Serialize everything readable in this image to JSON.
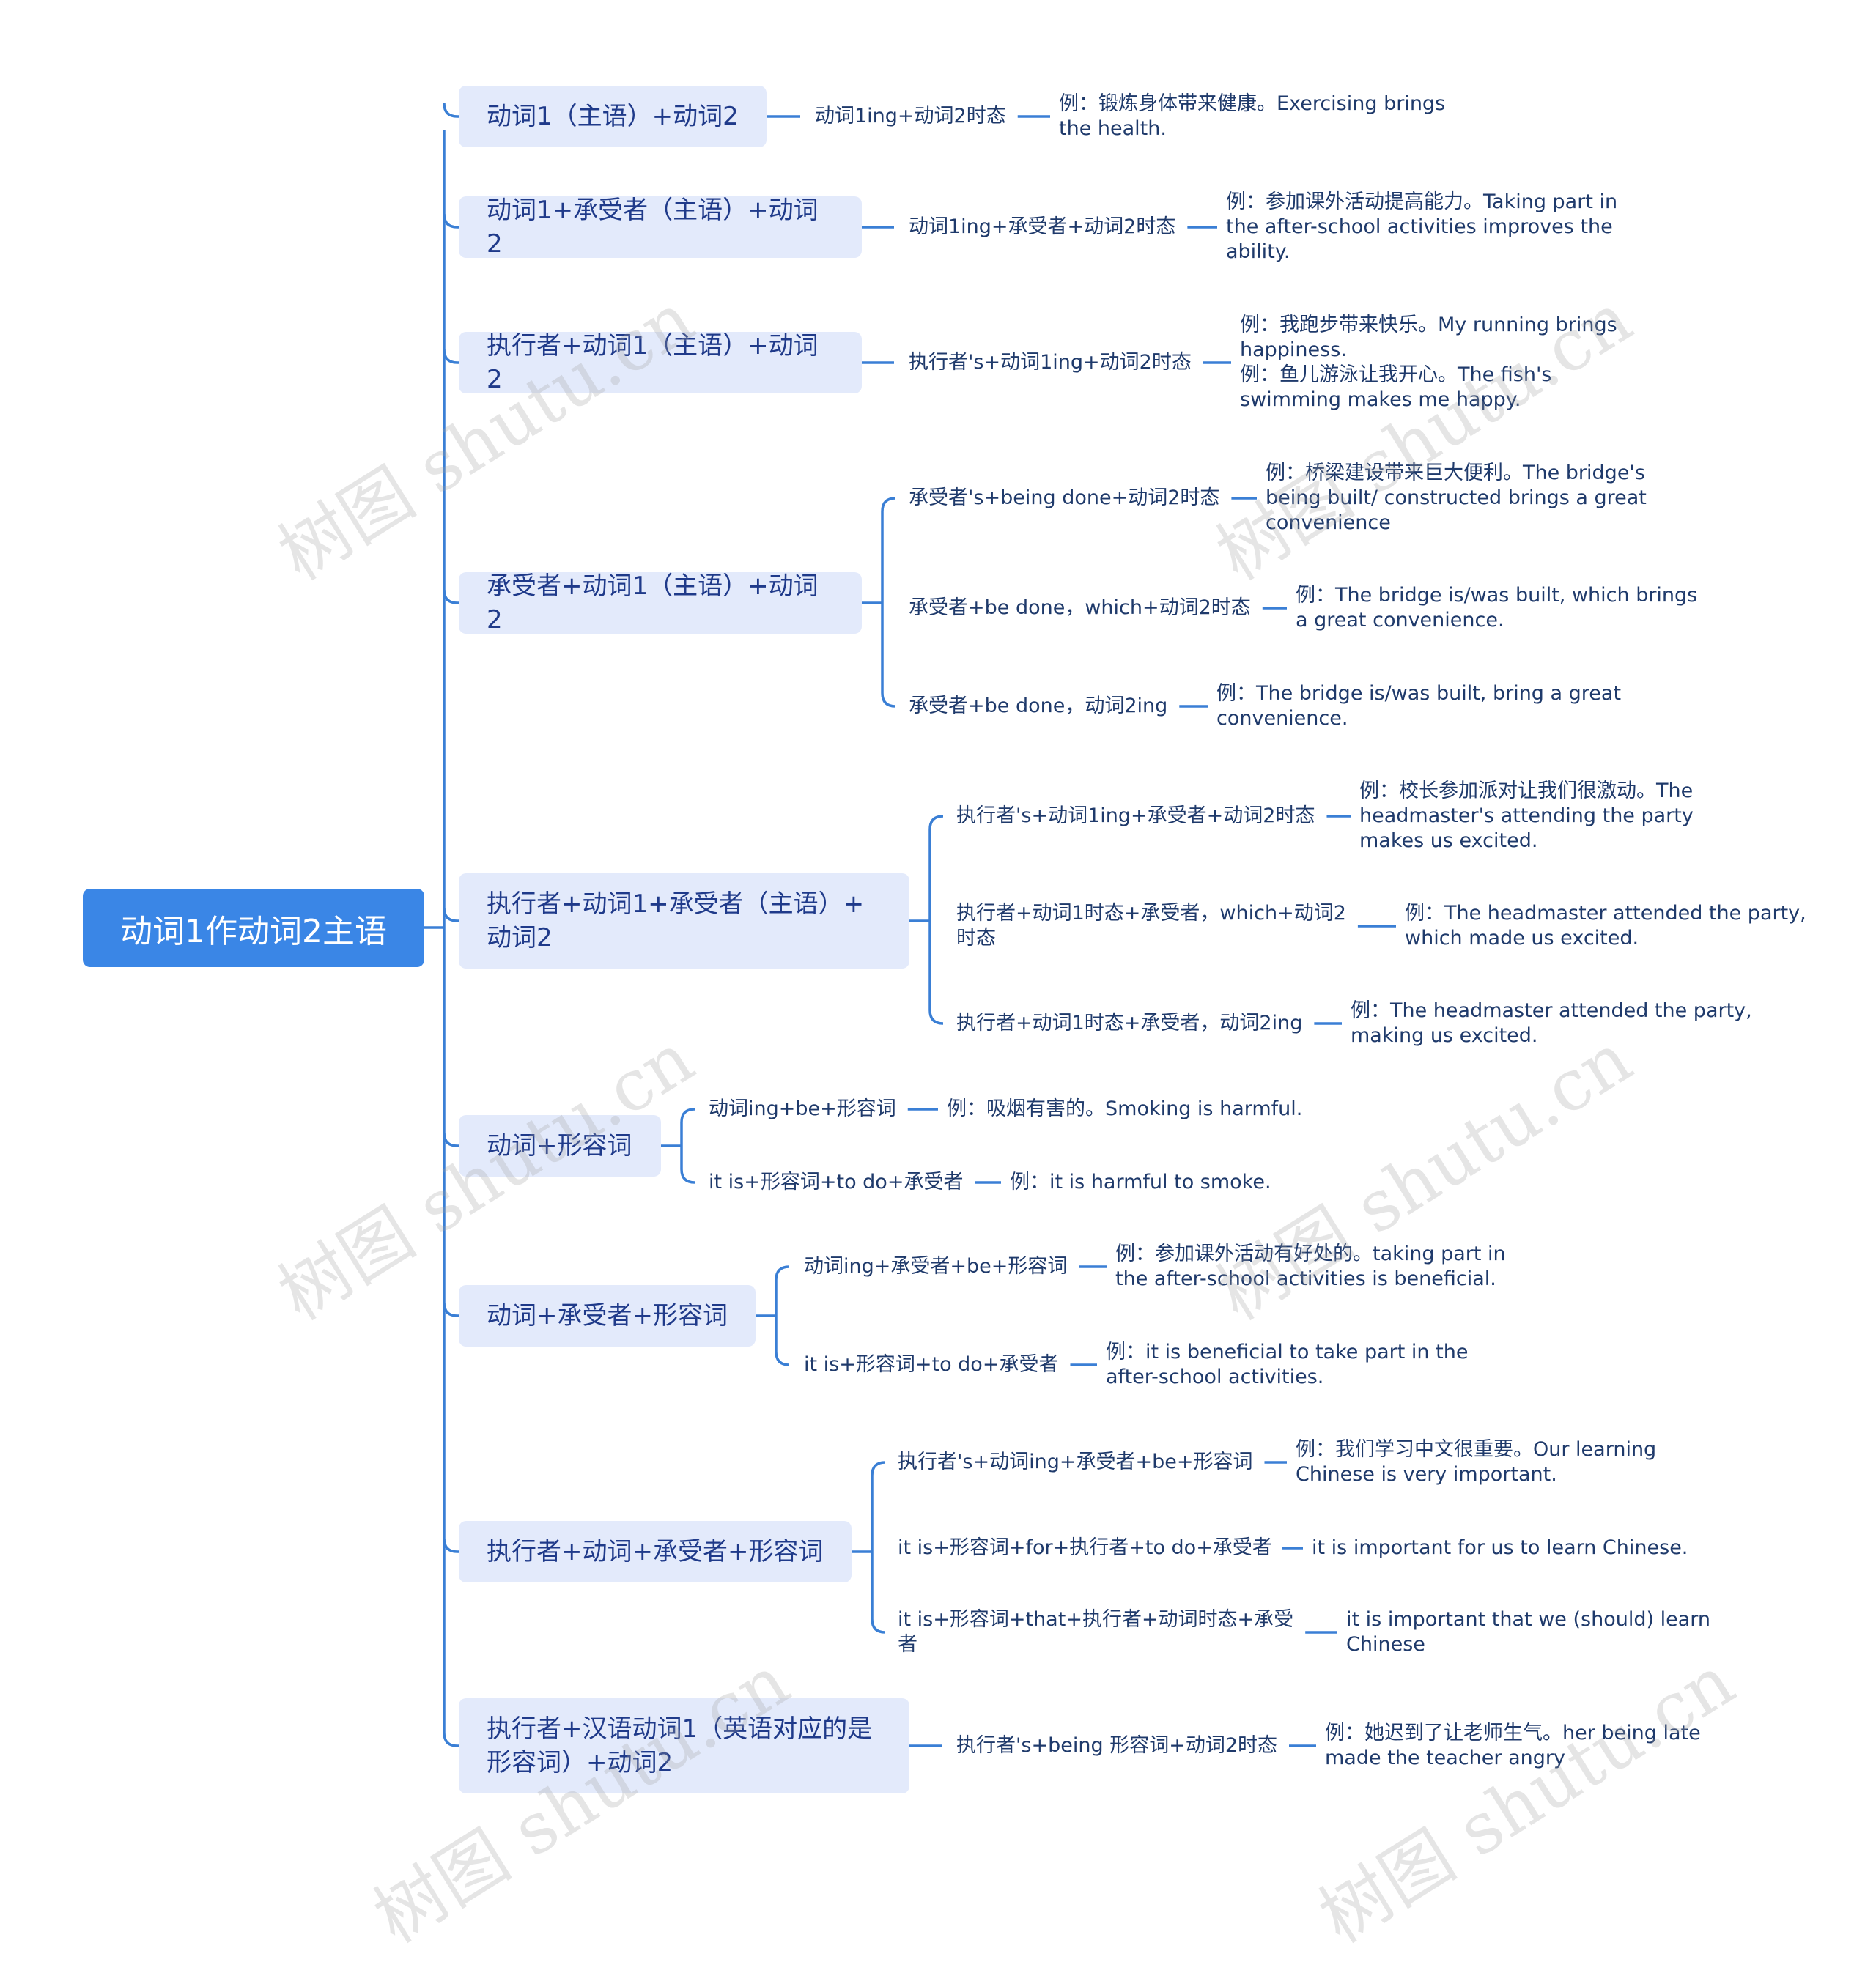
{
  "root": "动词1作动词2主语",
  "branches": [
    {
      "label": "动词1（主语）+动词2",
      "children": [
        {
          "text": "动词1ing+动词2时态",
          "example": "例：锻炼身体带来健康。Exercising brings\nthe health."
        }
      ]
    },
    {
      "label": "动词1+承受者（主语）+动词2",
      "children": [
        {
          "text": "动词1ing+承受者+动词2时态",
          "example": "例：参加课外活动提高能力。Taking part in\nthe after-school activities improves the\nability."
        }
      ]
    },
    {
      "label": "执行者+动词1（主语）+动词2",
      "children": [
        {
          "text": "执行者's+动词1ing+动词2时态",
          "example": "例：我跑步带来快乐。My running brings\nhappiness.\n例：鱼儿游泳让我开心。The fish's\nswimming makes me happy."
        }
      ]
    },
    {
      "label": "承受者+动词1（主语）+动词2",
      "children": [
        {
          "text": "承受者's+being done+动词2时态",
          "example": "例：桥梁建设带来巨大便利。The bridge's\nbeing built/ constructed brings a great\nconvenience"
        },
        {
          "text": "承受者+be done，which+动词2时态",
          "example": "例：The bridge is/was built, which brings\na great convenience."
        },
        {
          "text": "承受者+be done，动词2ing",
          "example": "例：The bridge is/was built, bring a great\nconvenience."
        }
      ]
    },
    {
      "label": "执行者+动词1+承受者（主语）+\n动词2",
      "children": [
        {
          "text": "执行者's+动词1ing+承受者+动词2时态",
          "example": "例：校长参加派对让我们很激动。The\nheadmaster's attending the party\nmakes us excited."
        },
        {
          "text": "执行者+动词1时态+承受者，which+动词2\n时态",
          "example": "例：The headmaster attended the party,\nwhich made us excited."
        },
        {
          "text": "执行者+动词1时态+承受者，动词2ing",
          "example": "例：The headmaster attended the party,\nmaking us excited."
        }
      ]
    },
    {
      "label": "动词+形容词",
      "children": [
        {
          "text": "动词ing+be+形容词",
          "example": "例：吸烟有害的。Smoking is harmful."
        },
        {
          "text": "it is+形容词+to do+承受者",
          "example": "例：it is harmful to smoke."
        }
      ]
    },
    {
      "label": "动词+承受者+形容词",
      "children": [
        {
          "text": "动词ing+承受者+be+形容词",
          "example": "例：参加课外活动有好处的。taking part in\nthe after-school activities is beneficial."
        },
        {
          "text": "it is+形容词+to do+承受者",
          "example": "例：it is  beneficial to take part in the\nafter-school activities."
        }
      ]
    },
    {
      "label": "执行者+动词+承受者+形容词",
      "children": [
        {
          "text": "执行者's+动词ing+承受者+be+形容词",
          "example": "例：我们学习中文很重要。Our learning\nChinese is very important."
        },
        {
          "text": "it is+形容词+for+执行者+to do+承受者",
          "example": "it is important for us to learn Chinese."
        },
        {
          "text": "it is+形容词+that+执行者+动词时态+承受\n者",
          "example": "it is important that we (should) learn\nChinese"
        }
      ]
    },
    {
      "label": "执行者+汉语动词1（英语对应的是\n形容词）+动词2",
      "children": [
        {
          "text": "执行者's+being 形容词+动词2时态",
          "example": "例：她迟到了让老师生气。her being late\nmade the teacher angry"
        }
      ]
    }
  ],
  "watermark": "树图 shutu.cn",
  "colors": {
    "root_bg": "#3a86e6",
    "branch_bg": "#e3eafb",
    "line": "#3a7fd5",
    "text": "#1f3a6b"
  }
}
